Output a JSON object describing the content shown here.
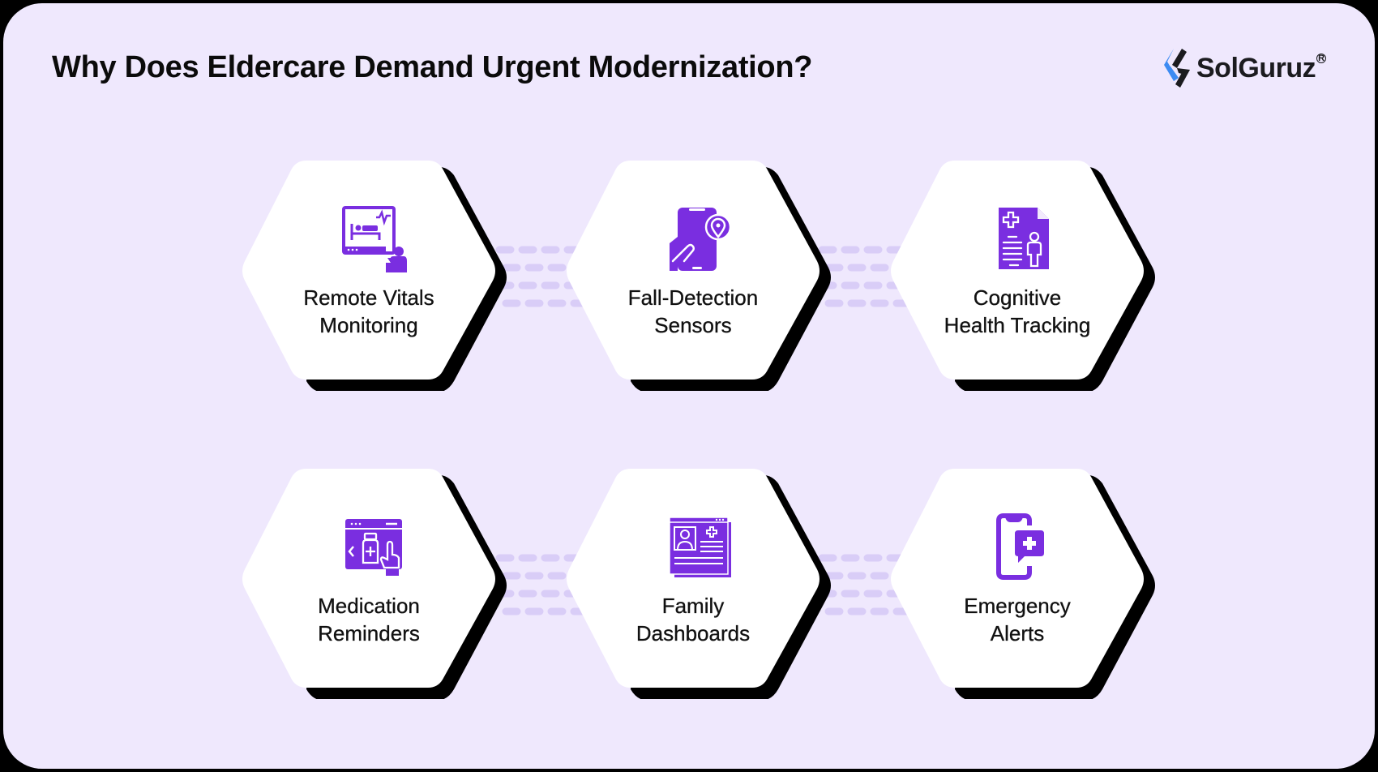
{
  "title": "Why Does Eldercare Demand Urgent Modernization?",
  "brand": {
    "name": "SolGuruz",
    "registered_mark": "R",
    "icon": "solguruz-logo-icon",
    "colors": {
      "blue": "#3d8bf2",
      "dark": "#1b1b1f"
    }
  },
  "colors": {
    "background": "#efe8fd",
    "frame": "#000000",
    "hex_fill": "#ffffff",
    "hex_shadow": "#000000",
    "icon_purple": "#7a2ee0",
    "connector_dash": "#d9cdf7",
    "text": "#111111"
  },
  "rows": [
    {
      "items": [
        {
          "label_line1": "Remote Vitals",
          "label_line2": "Monitoring",
          "icon": "patient-monitor-icon"
        },
        {
          "label_line1": "Fall-Detection",
          "label_line2": "Sensors",
          "icon": "phone-location-icon"
        },
        {
          "label_line1": "Cognitive",
          "label_line2": "Health Tracking",
          "icon": "medical-report-icon"
        }
      ]
    },
    {
      "items": [
        {
          "label_line1": "Medication",
          "label_line2": "Reminders",
          "icon": "medicine-app-icon"
        },
        {
          "label_line1": "Family",
          "label_line2": "Dashboards",
          "icon": "profile-dashboard-icon"
        },
        {
          "label_line1": "Emergency",
          "label_line2": "Alerts",
          "icon": "phone-medical-chat-icon"
        }
      ]
    }
  ]
}
